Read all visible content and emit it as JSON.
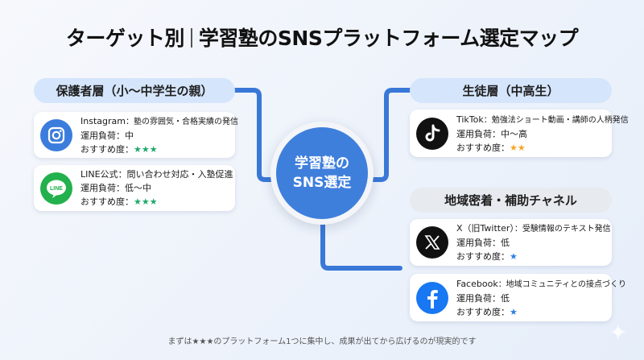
{
  "title": {
    "left": "ターゲット別",
    "right": "学習塾のSNSプラットフォーム選定マップ"
  },
  "center": {
    "line1": "学習塾の",
    "line2": "SNS選定",
    "color": "#3f7fdc"
  },
  "colors": {
    "connector": "#3a78d8",
    "star_green": "#1fa86a",
    "star_orange": "#f5a623",
    "star_blue": "#2d7fe0",
    "pill_blue": "#d5e5fb",
    "pill_gray": "#e7eaef"
  },
  "groups": [
    {
      "label": "保護者層（小〜中学生の親）",
      "style": "blue",
      "items": [
        {
          "platform": "Instagram",
          "icon": "instagram-icon",
          "icon_color": "#3b7ddd",
          "description": "：塾の雰囲気・合格実績の発信",
          "load_label": "運用負荷：",
          "load": "中",
          "recommend_label": "おすすめ度：",
          "stars": "★★★",
          "star_color": "#1fa86a"
        },
        {
          "platform": "LINE公式",
          "icon": "line-icon",
          "icon_color": "#22b14c",
          "description": "：問い合わせ対応・入塾促進",
          "load_label": "運用負荷：",
          "load": "低〜中",
          "recommend_label": "おすすめ度：",
          "stars": "★★★",
          "star_color": "#1fa86a"
        }
      ]
    },
    {
      "label": "生徒層（中高生）",
      "style": "blue",
      "items": [
        {
          "platform": "TikTok",
          "icon": "tiktok-icon",
          "icon_color": "#111111",
          "description": "：勉強法ショート動画・講師の人柄発信",
          "load_label": "運用負荷：",
          "load": "中〜高",
          "recommend_label": "おすすめ度：",
          "stars": "★★",
          "star_color": "#f5a623"
        }
      ]
    },
    {
      "label": "地域密着・補助チャネル",
      "style": "gray",
      "items": [
        {
          "platform": "X（旧Twitter）",
          "icon": "x-twitter-icon",
          "icon_color": "#111111",
          "description": "：受験情報のテキスト発信",
          "load_label": "運用負荷：",
          "load": "低",
          "recommend_label": "おすすめ度：",
          "stars": "★",
          "star_color": "#2d7fe0"
        },
        {
          "platform": "Facebook",
          "icon": "facebook-icon",
          "icon_color": "#1877f2",
          "description": "：地域コミュニティとの接点づくり",
          "load_label": "運用負荷：",
          "load": "低",
          "recommend_label": "おすすめ度：",
          "stars": "★",
          "star_color": "#2d7fe0"
        }
      ]
    }
  ],
  "footer": "まずは★★★のプラットフォーム1つに集中し、成果が出てから広げるのが現実的です"
}
